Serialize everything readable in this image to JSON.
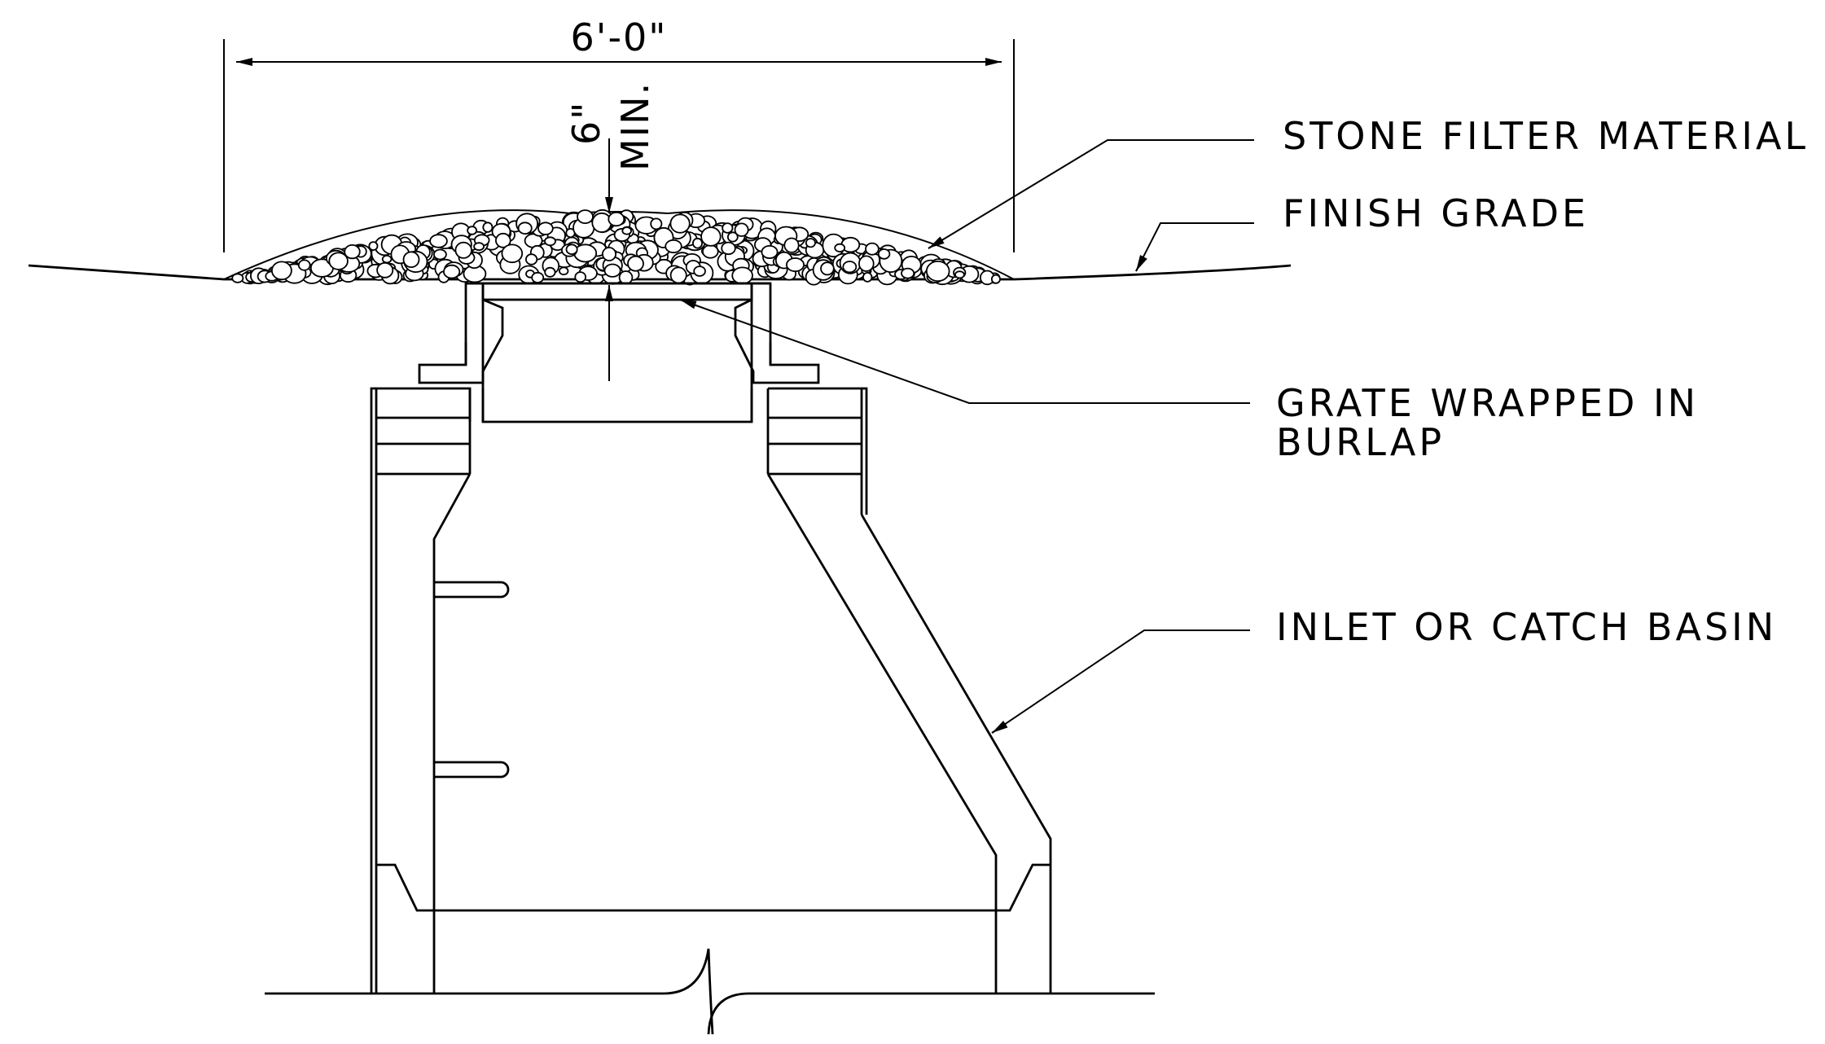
{
  "dimensions": {
    "width_label": "6'-0\"",
    "depth_value": "6\"",
    "depth_suffix": "MIN."
  },
  "callouts": {
    "stone_filter": "STONE FILTER MATERIAL",
    "finish_grade": "FINISH GRADE",
    "grate_line1": "GRATE WRAPPED IN",
    "grate_line2": "BURLAP",
    "inlet": "INLET OR CATCH BASIN"
  }
}
